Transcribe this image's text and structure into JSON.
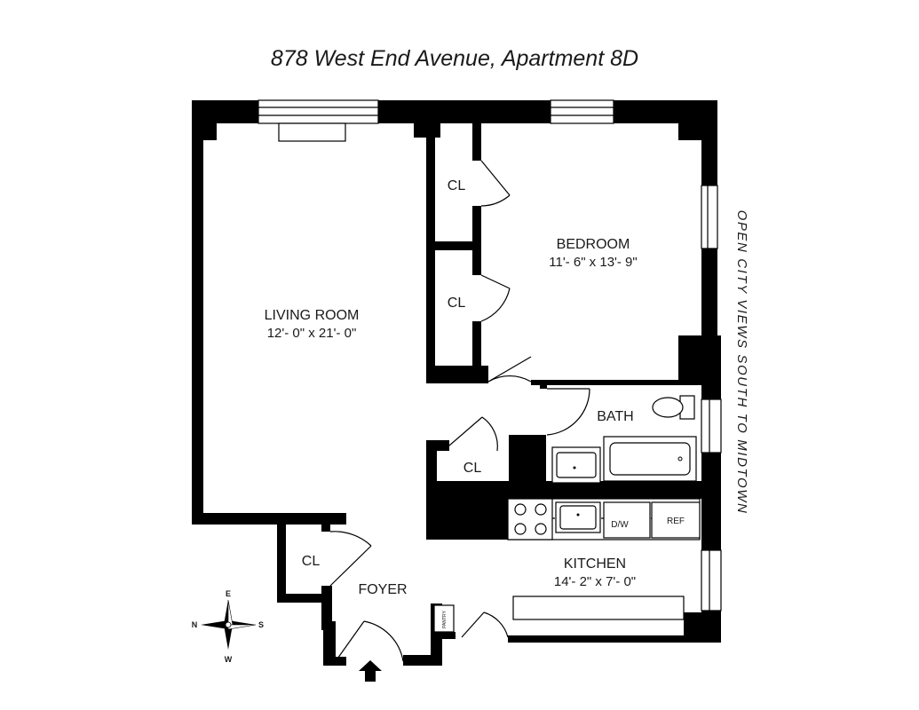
{
  "title": "878 West End Avenue, Apartment 8D",
  "side_note": "OPEN CITY VIEWS SOUTH TO MIDTOWN",
  "rooms": {
    "living_room": {
      "name": "LIVING ROOM",
      "dims": "12'- 0\" x 21'- 0\""
    },
    "bedroom": {
      "name": "BEDROOM",
      "dims": "11'- 6\" x 13'- 9\""
    },
    "bath": {
      "name": "BATH"
    },
    "kitchen": {
      "name": "KITCHEN",
      "dims": "14'- 2\" x 7'- 0\""
    },
    "foyer": {
      "name": "FOYER"
    }
  },
  "closets": {
    "label": "CL"
  },
  "appliances": {
    "dishwasher": "D/W",
    "refrigerator": "REF",
    "pantry": "PANTRY"
  },
  "compass": {
    "north": "N",
    "east": "E",
    "south": "S",
    "west": "W"
  }
}
